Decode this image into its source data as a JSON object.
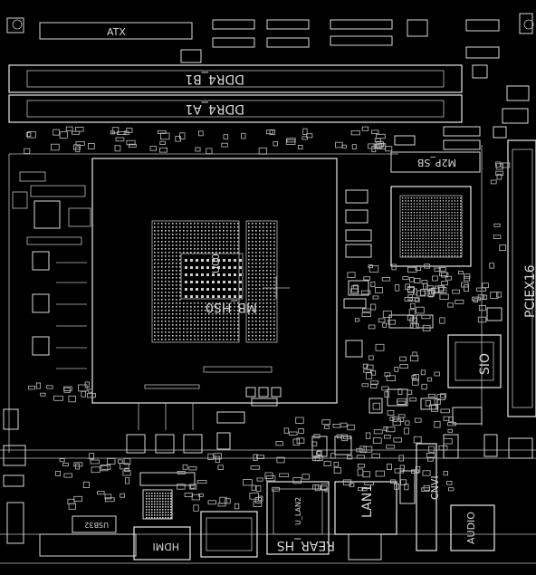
{
  "board": {
    "labels": {
      "atx": "ATX",
      "ddr_b1": "DDR4_B1",
      "ddr_a1": "DDR4_A1",
      "cpu_socket": "MB_HS0",
      "cpu_id": "U00",
      "m2p_sb": "M2P_SB",
      "pciex16": "PCIEX16",
      "sio": "SIO",
      "hdmi": "HDMI",
      "lan": "LAN1",
      "lan_sub": "U_LAN2",
      "rear_hs": "REAR_HS",
      "cnv": "CNVI",
      "audio": "AUDIO",
      "j_usb": "USB32"
    },
    "colors": {
      "background": "#000000",
      "trace": "#d9d9d9"
    }
  }
}
